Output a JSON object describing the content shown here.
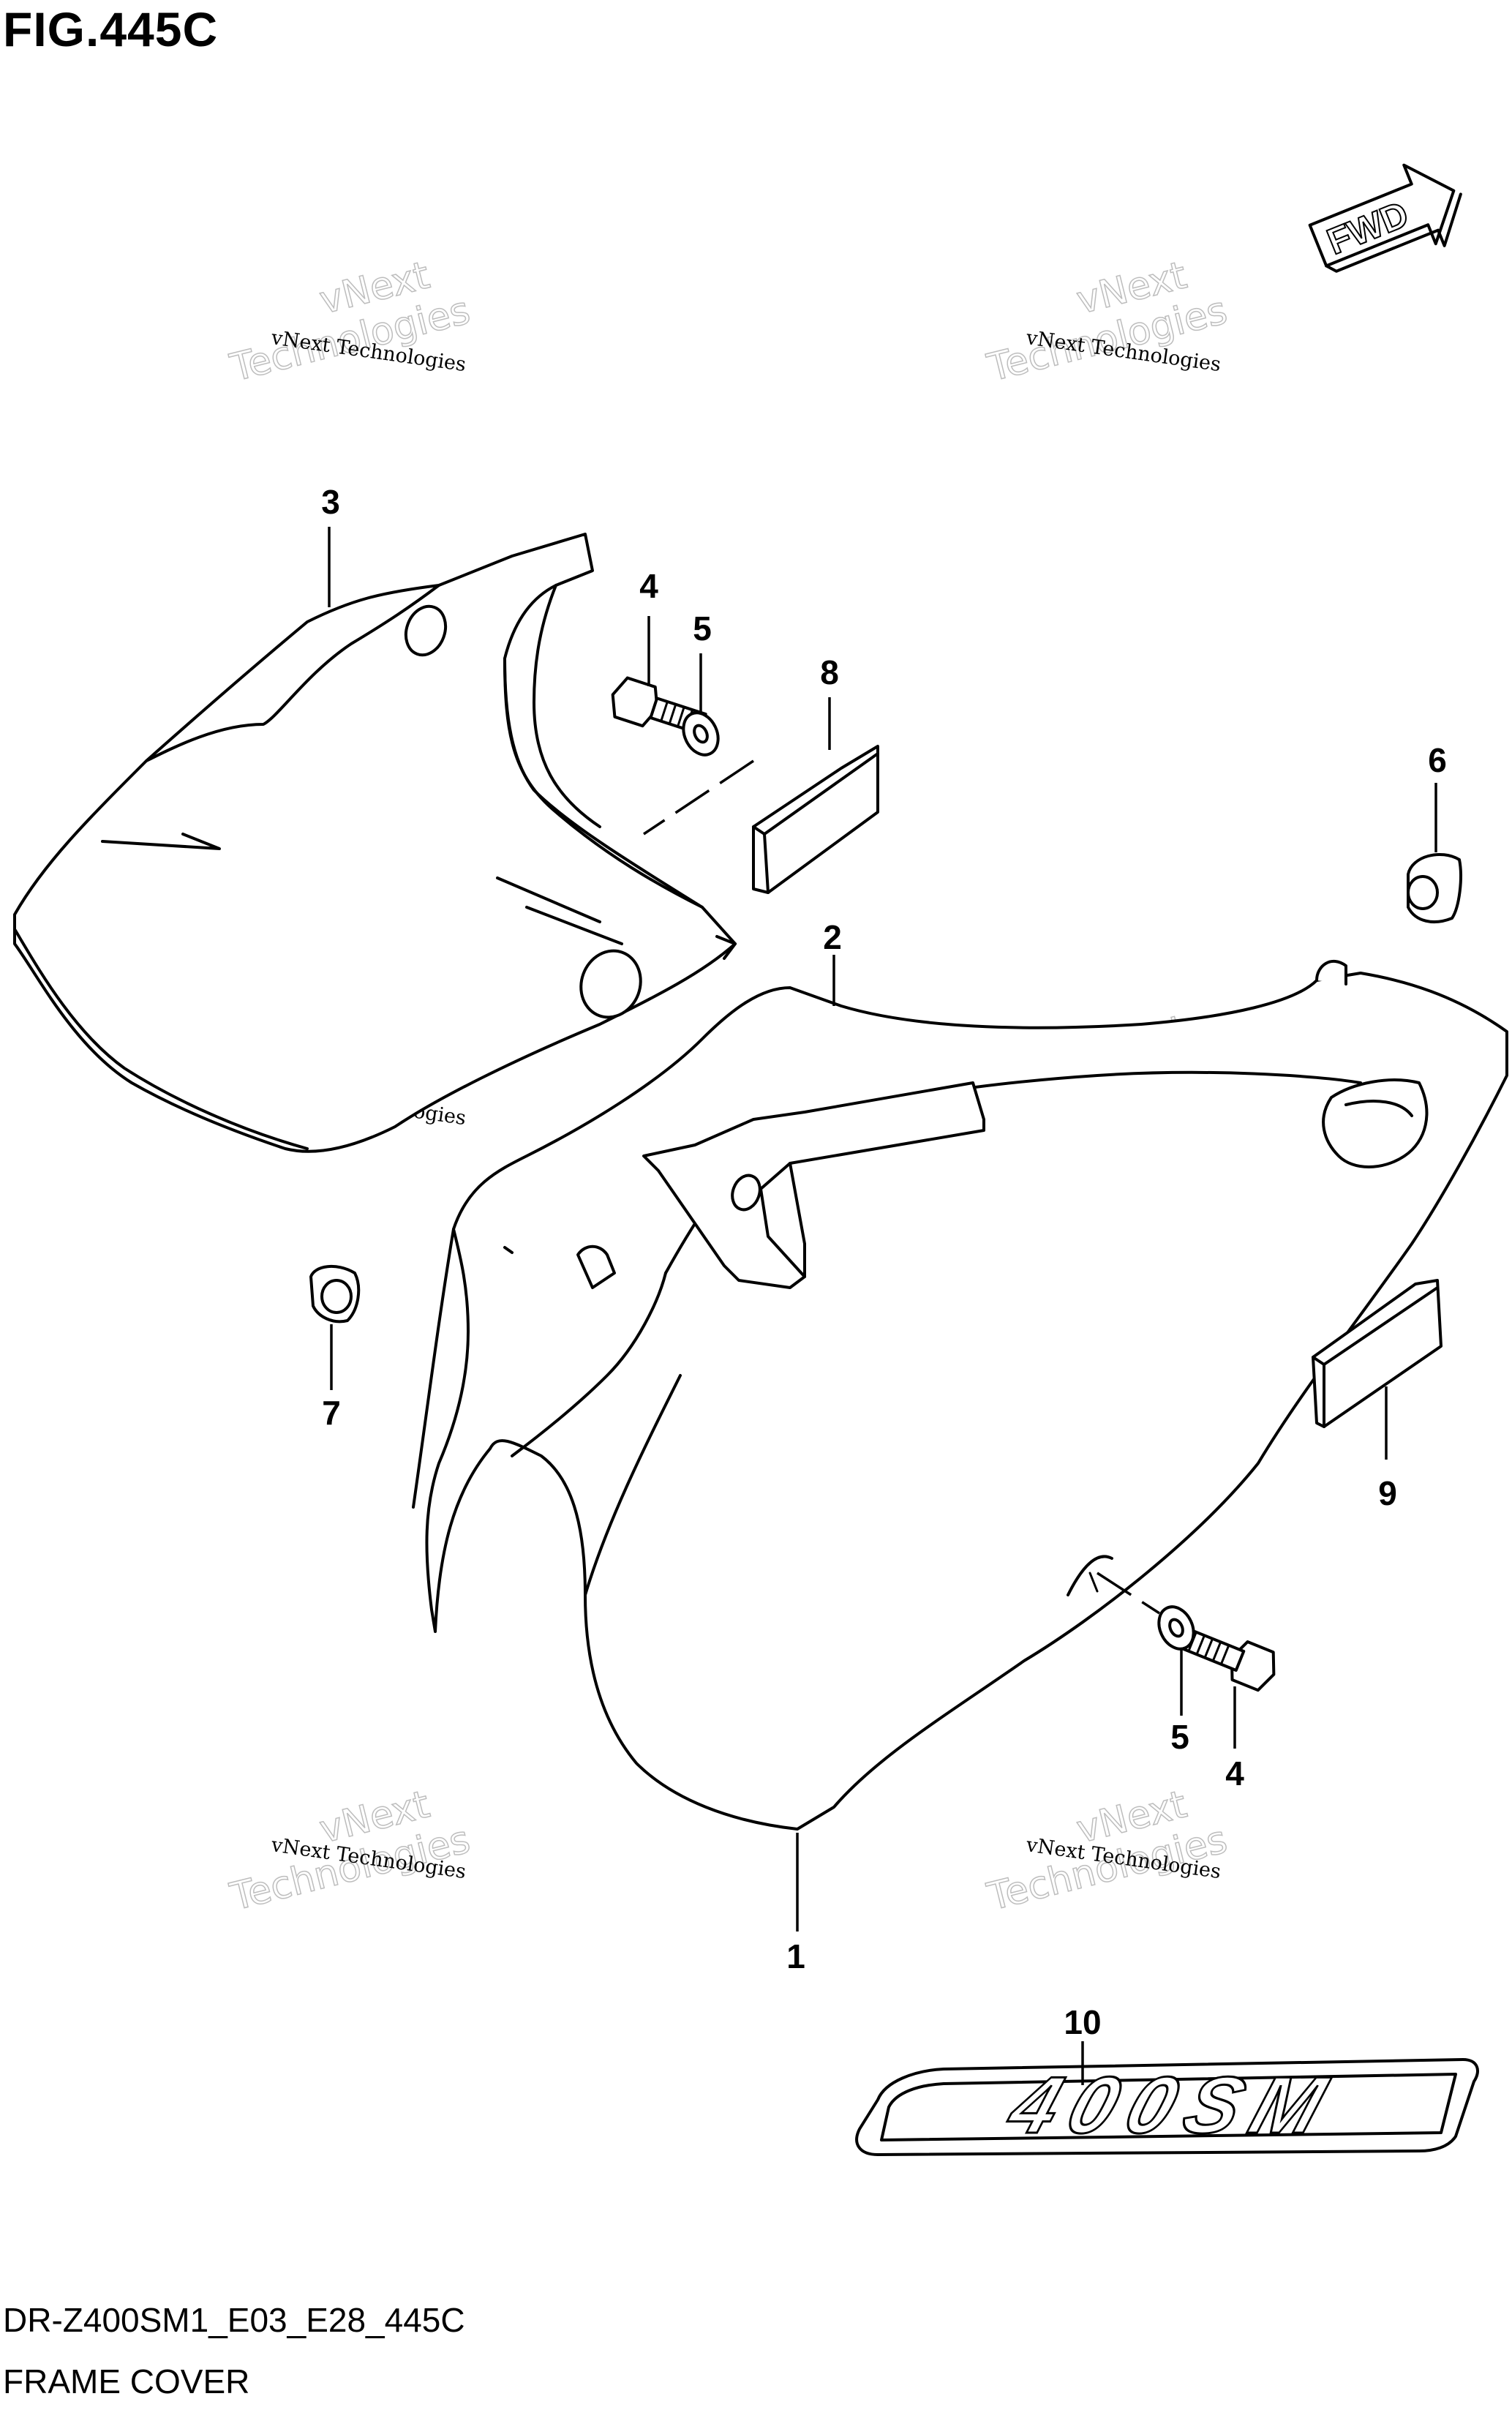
{
  "figure": {
    "title": "FIG.445C",
    "model_code": "DR-Z400SM1_E03_E28_445C",
    "name": "FRAME COVER"
  },
  "direction_marker": "FWD",
  "emblem_text": "400SM",
  "watermark": {
    "small": "vNext Technologies",
    "big_line1": "vNext",
    "big_line2": "Technologies"
  },
  "callouts": {
    "c1": "1",
    "c2": "2",
    "c3": "3",
    "c4a": "4",
    "c4b": "4",
    "c5a": "5",
    "c5b": "5",
    "c6": "6",
    "c7": "7",
    "c8": "8",
    "c9": "9",
    "c10": "10"
  }
}
